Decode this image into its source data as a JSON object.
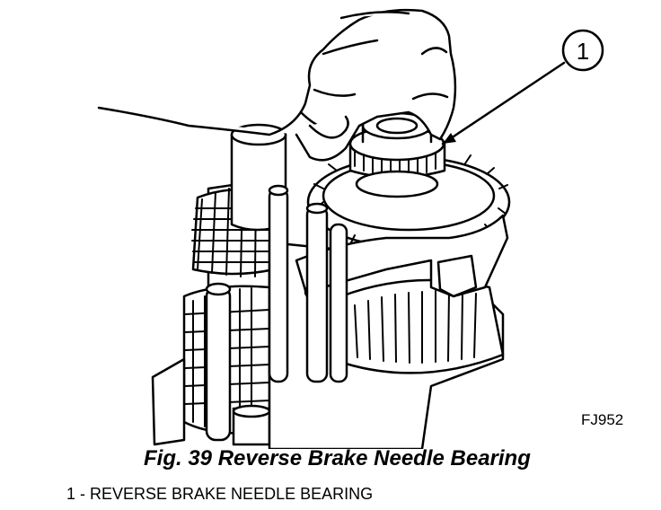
{
  "figure": {
    "callout_number": "1",
    "code": "FJ952",
    "caption": "Fig. 39 Reverse Brake Needle Bearing",
    "legend": [
      "1 - REVERSE BRAKE NEEDLE BEARING"
    ]
  },
  "colors": {
    "ink": "#000000",
    "paper": "#ffffff"
  }
}
